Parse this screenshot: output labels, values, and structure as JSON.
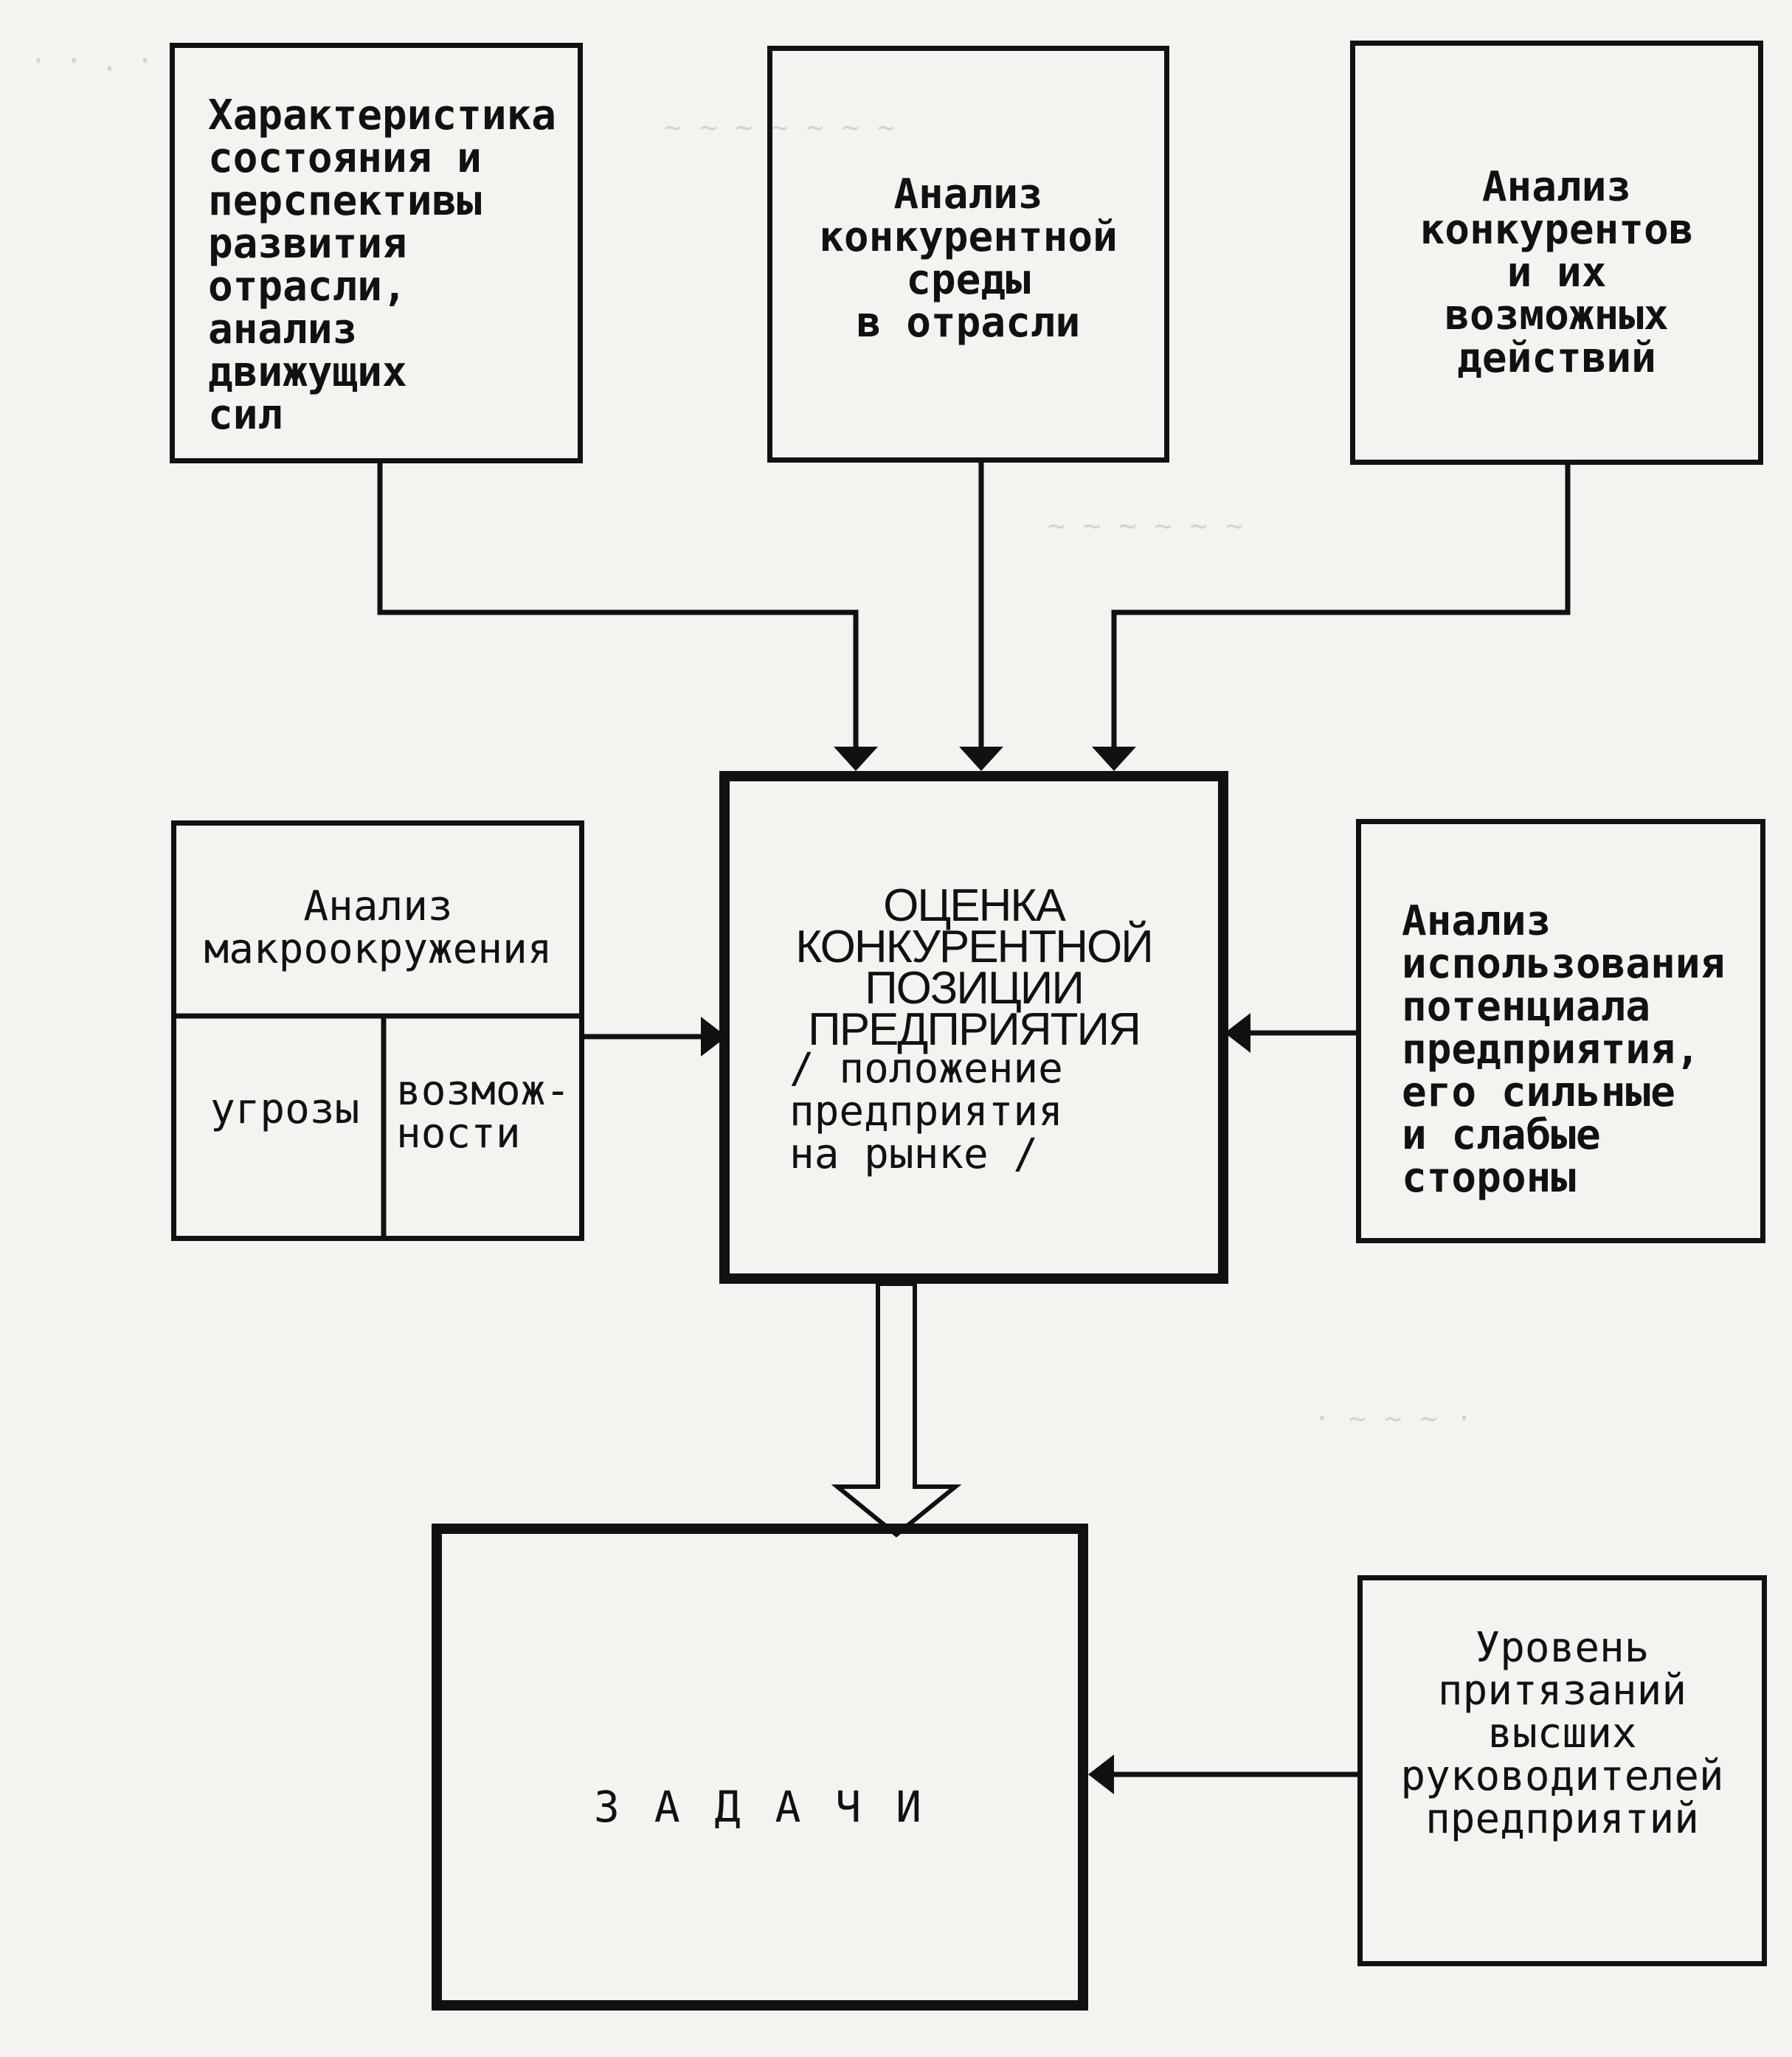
{
  "diagram": {
    "boxes": {
      "industry": {
        "text": "Характеристика\nсостояния  и\nперспективы\nразвития\nотрасли,\nанализ\nдвижущих\nсил"
      },
      "competitive_environment": {
        "text": "Анализ\nконкурентной\nсреды\nв отрасли"
      },
      "competitors": {
        "text": "Анализ\nконкурентов\nи  их\nвозможных\nдействий"
      },
      "macro": {
        "header": "Анализ\nмакроокружения",
        "threats": "угрозы",
        "opportunities": "возмож-\nности"
      },
      "assessment": {
        "title": "ОЦЕНКА\nКОНКУРЕНТНОЙ\nПОЗИЦИИ\nПРЕДПРИЯТИЯ",
        "subtitle": "/ положение\nпредприятия\nна  рынке /"
      },
      "potential": {
        "text": "Анализ\nиспользования\nпотенциала\nпредприятия,\nего  сильные\nи  слабые\nстороны"
      },
      "tasks": {
        "text": "З А Д А Ч И"
      },
      "aspirations": {
        "text": "Уровень\nпритязаний\nвысших\nруководителей\nпредприятий"
      }
    },
    "colors": {
      "ink": "#111111",
      "paper": "#f4f3ef"
    }
  }
}
